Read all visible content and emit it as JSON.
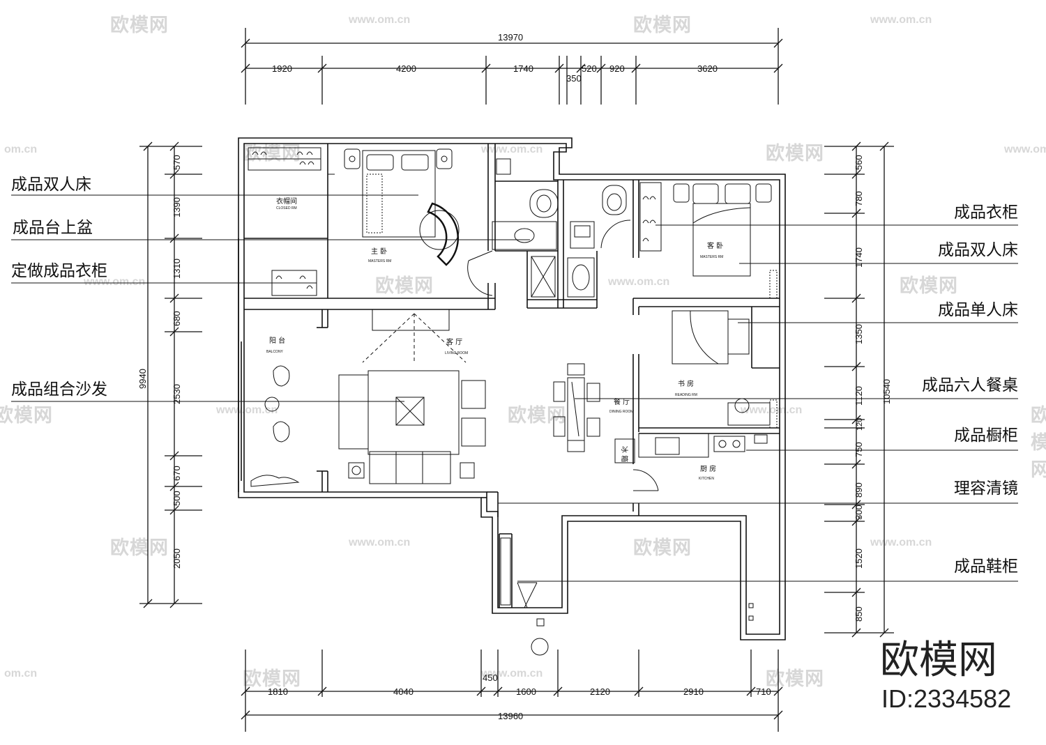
{
  "dims_top": {
    "total": "13970",
    "segments": [
      "1920",
      "4200",
      "1740",
      "520",
      "920",
      "3620"
    ],
    "small": "350"
  },
  "dims_bottom": {
    "total": "13960",
    "segments": [
      "1810",
      "4040",
      "1600",
      "2120",
      "2910",
      "710"
    ],
    "small": "450"
  },
  "dims_left": {
    "total": "9940",
    "segments": [
      "570",
      "1390",
      "1310",
      "680",
      "2530",
      "670",
      "500",
      "2050"
    ]
  },
  "dims_right": {
    "total": "10540",
    "segments": [
      "560",
      "780",
      "1740",
      "1350",
      "1120",
      "120",
      "750",
      "890",
      "300",
      "1520",
      "850"
    ]
  },
  "labels_left": [
    "成品双人床",
    "成品台上盆",
    "定做成品衣柜",
    "成品组合沙发"
  ],
  "labels_right": [
    "成品衣柜",
    "成品双人床",
    "成品单人床",
    "成品六人餐桌",
    "成品橱柜",
    "理容清镜",
    "成品鞋柜"
  ],
  "rooms": {
    "closet": {
      "cn": "衣帽间",
      "en": "CLOSED RM"
    },
    "master": {
      "cn": "主 卧",
      "en": "MASTERS RM"
    },
    "guest": {
      "cn": "客 卧",
      "en": "MASTERS RM"
    },
    "balcony": {
      "cn": "阳 台",
      "en": "BALCONY"
    },
    "living": {
      "cn": "客 厅",
      "en": "LIVING ROOM"
    },
    "dining": {
      "cn": "餐 厅",
      "en": "DINING ROOM"
    },
    "study": {
      "cn": "书 房",
      "en": "READING RM"
    },
    "kitchen": {
      "cn": "厨 房",
      "en": "KITCHEN"
    },
    "fridge": "冰 箱"
  },
  "watermark": {
    "cn": "欧模网",
    "url": "www.om.cn",
    "url_short": "om.cn"
  },
  "brand": {
    "name": "欧模网",
    "id": "ID:2334582"
  }
}
